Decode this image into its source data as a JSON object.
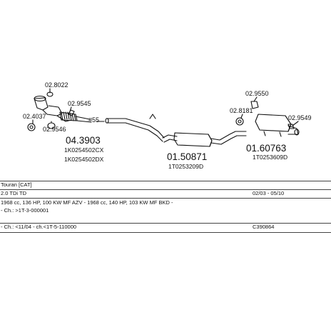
{
  "parts": {
    "p1": "02.8022",
    "p2": "02.9545",
    "p3": "02.4037",
    "p4": "02.9546",
    "p5": "04.3903",
    "p5_ref1": "1K0254502CX",
    "p5_ref2": "1K0254502DX",
    "flex_note": "#55",
    "p6": "01.50871",
    "p6_ref": "1T0253209D",
    "p7": "02.9550",
    "p8": "02.8181",
    "p9": "02.9549",
    "p10": "01.60763",
    "p10_ref": "1T0253609D"
  },
  "info": {
    "model": "Touran [CAT]",
    "engine": "2.0 TDi TD",
    "date": "02/03 - 05/10",
    "specs": "1968 cc, 136 HP, 100 KW MF AZV - 1968 cc, 140 HP, 103 KW MF BKD -",
    "ch": "- Ch.: >1T-3-000001",
    "ch2": "- Ch.: <11/04 - ch.<1T-5-110000",
    "code": "C390864"
  }
}
